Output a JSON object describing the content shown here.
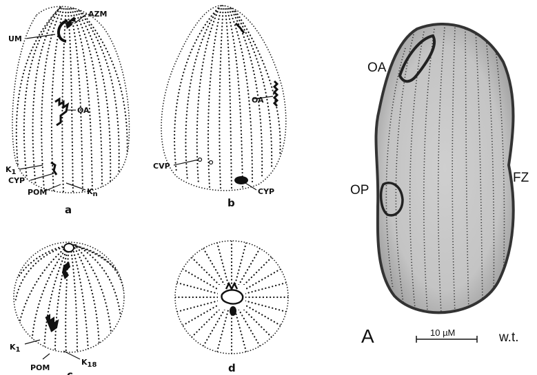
{
  "panels": {
    "a": {
      "letter": "a",
      "labels": {
        "azm": "AZM",
        "um": "UM",
        "oa": "OA",
        "k1": "K",
        "k1_sub": "1",
        "cyp": "CYP",
        "pom": "POM",
        "kn": "K",
        "kn_sub": "n"
      }
    },
    "b": {
      "letter": "b",
      "labels": {
        "oa": "OA",
        "cvp1": "CVP",
        "cyp": "CYP"
      }
    },
    "c": {
      "letter": "c",
      "labels": {
        "k1": "K",
        "k1_sub": "1",
        "pom": "POM",
        "k18": "K",
        "k18_sub": "18"
      }
    },
    "d": {
      "letter": "d",
      "labels": {}
    },
    "A": {
      "letter": "A",
      "labels": {
        "oa": "OA",
        "op": "OP",
        "fz": "FZ"
      },
      "scale_bar": "10 µM",
      "strain": "w.t."
    }
  }
}
